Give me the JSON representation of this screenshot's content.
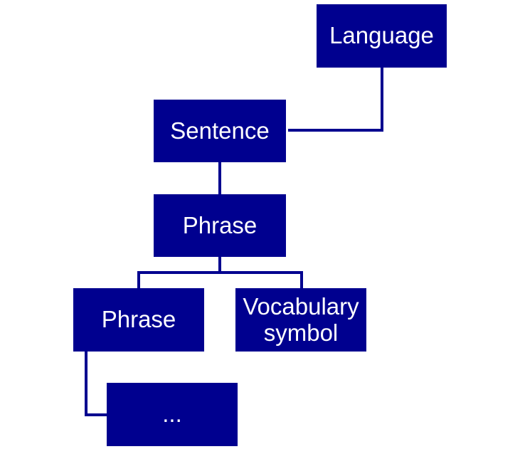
{
  "colors": {
    "node_fill": "#00008f",
    "text": "#ffffff",
    "connector": "#00008f",
    "background": "#ffffff"
  },
  "nodes": {
    "language": "Language",
    "sentence": "Sentence",
    "phrase_top": "Phrase",
    "phrase_child": "Phrase",
    "vocabulary_symbol": "Vocabulary\nsymbol",
    "ellipsis": "..."
  },
  "edges": [
    [
      "language",
      "sentence"
    ],
    [
      "sentence",
      "phrase_top"
    ],
    [
      "phrase_top",
      "phrase_child"
    ],
    [
      "phrase_top",
      "vocabulary_symbol"
    ],
    [
      "phrase_child",
      "ellipsis"
    ]
  ]
}
